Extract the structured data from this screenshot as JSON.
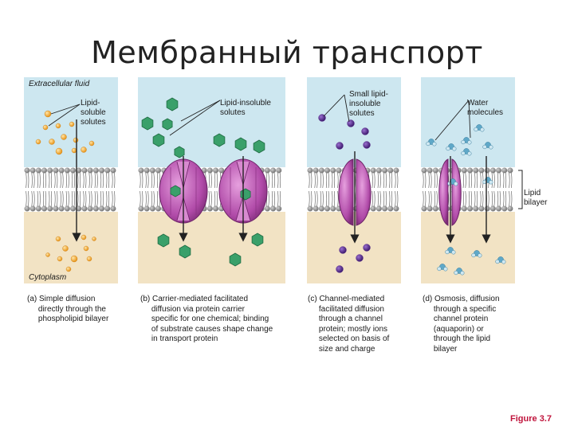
{
  "slide": {
    "title": "Мембранный транспорт",
    "figure_label": "Figure 3.7",
    "figure_color": "#c0143c"
  },
  "labels": {
    "extracellular": "Extracellular fluid",
    "cytoplasm": "Cytoplasm",
    "lipid_soluble": "Lipid-\nsoluble\nsolutes",
    "lipid_insoluble": "Lipid-insoluble\nsolutes",
    "small_insoluble": "Small lipid-\ninsoluble\nsolutes",
    "water": "Water\nmolecules",
    "bilayer": "Lipid\nbilayer"
  },
  "captions": {
    "a": "(a) Simple diffusion\n     directly through the\n     phospholipid bilayer",
    "b": "(b) Carrier-mediated facilitated\n     diffusion via protein carrier\n     specific for one chemical; binding\n     of substrate causes shape change\n     in transport protein",
    "c": "(c) Channel-mediated\n     facilitated diffusion\n     through a channel\n     protein; mostly ions\n     selected on basis of\n     size and charge",
    "d": "(d) Osmosis, diffusion\n     through a specific\n     channel protein\n     (aquaporin) or\n     through the lipid\n     bilayer"
  },
  "colors": {
    "extracellular_fluid": "#cde7f0",
    "cytoplasm_fluid": "#f2e3c4",
    "lipid_head": "#8c8c8c",
    "protein": "#b04aa8",
    "solute_lipid_soluble": "#f3a52c",
    "solute_lipid_insoluble": "#3aa06a",
    "ion": "#5a2d8c",
    "water": "#5fa8c8"
  }
}
